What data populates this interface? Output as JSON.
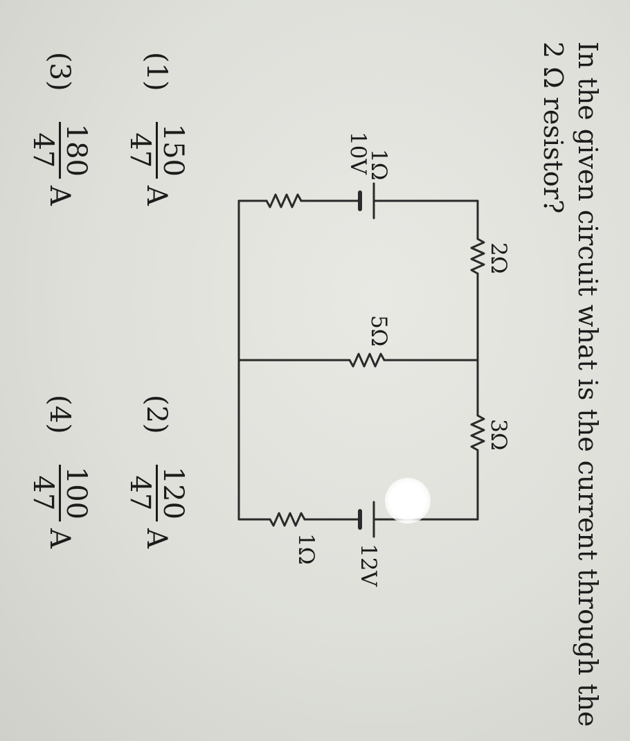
{
  "question": {
    "line1": "In the given circuit what is the current through the",
    "line2": "2 Ω resistor?"
  },
  "circuit": {
    "r_top_left": "2Ω",
    "r_top_right": "3Ω",
    "r_middle": "5Ω",
    "r_bottom_left": "1Ω",
    "r_bottom_right": "1Ω",
    "battery_left": "10V",
    "battery_right": "12V"
  },
  "options": [
    {
      "number": "(1)",
      "numerator": "150",
      "denominator": "47",
      "unit": "A"
    },
    {
      "number": "(2)",
      "numerator": "120",
      "denominator": "47",
      "unit": "A"
    },
    {
      "number": "(3)",
      "numerator": "180",
      "denominator": "47",
      "unit": "A"
    },
    {
      "number": "(4)",
      "numerator": "100",
      "denominator": "47",
      "unit": "A"
    }
  ]
}
